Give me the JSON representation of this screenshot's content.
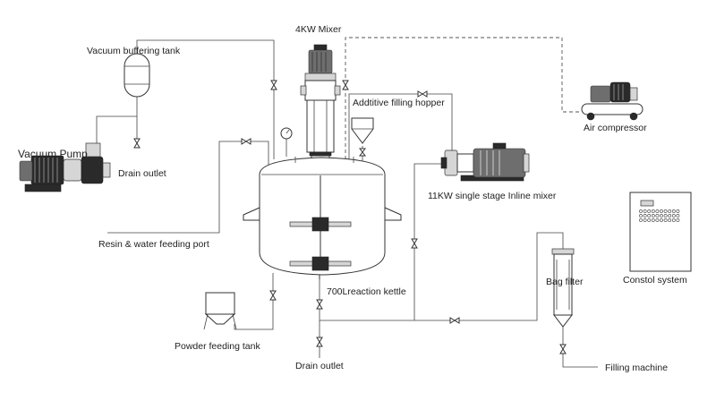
{
  "labels": {
    "mixer": "4KW Mixer",
    "vacuum_buffer_tank": "Vacuum buffering tank",
    "vacuum_pump": "Vacuum Pump",
    "drain_outlet_top": "Drain outlet",
    "additive_hopper": "Addtitive filling hopper",
    "air_compressor": "Air compressor",
    "inline_mixer": "11KW single stage Inline mixer",
    "resin_water_port": "Resin & water feeding port",
    "reaction_kettle": "700Lreaction kettle",
    "bag_filter": "Bag filter",
    "control_system": "Constol system",
    "powder_tank": "Powder feeding tank",
    "drain_outlet_bottom": "Drain outlet",
    "filling_machine": "Filling machine"
  },
  "icons": [
    "motor-icon",
    "pump-icon",
    "valve-icon",
    "pressure-gauge-icon",
    "agitator-icon",
    "control-panel-icon"
  ]
}
